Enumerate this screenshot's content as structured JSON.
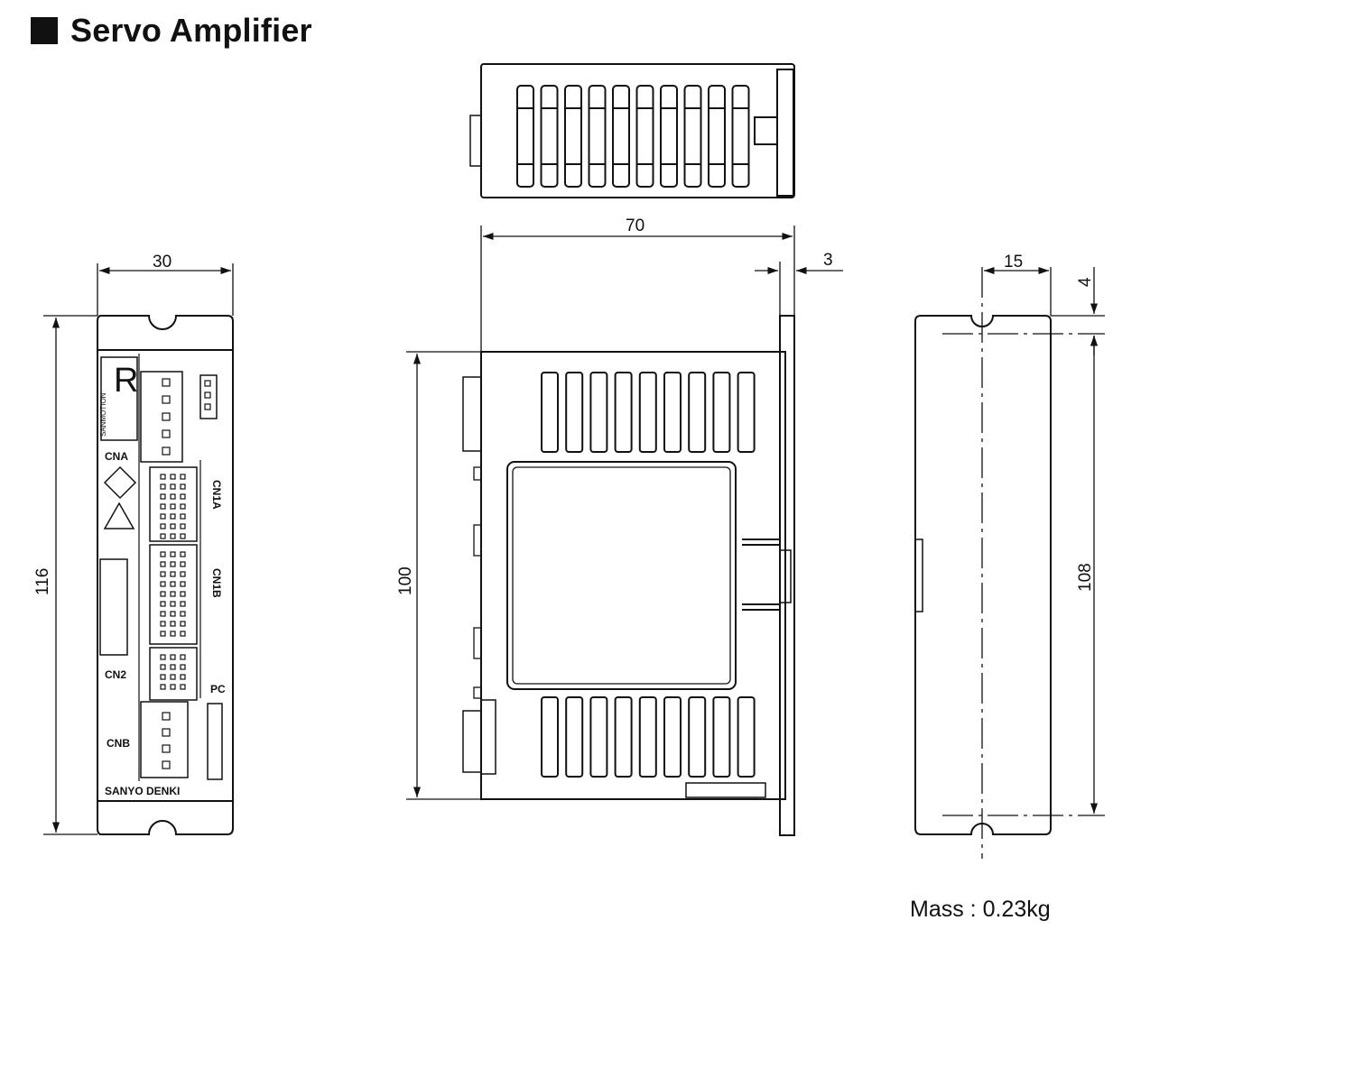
{
  "title": "Servo Amplifier",
  "dimensions": {
    "front_width": "30",
    "front_height": "116",
    "side_width": "70",
    "side_height": "100",
    "flange_thickness": "3",
    "mount_pitch_horizontal": "15",
    "mount_hole_offset": "4",
    "mount_pitch_vertical": "108"
  },
  "labels": {
    "cna": "CNA",
    "cn1a": "CN1A",
    "cn1b": "CN1B",
    "cn2": "CN2",
    "cnb": "CNB",
    "pc": "PC",
    "brand": "SANYO DENKI",
    "logo_brand": "SANMOTION",
    "logo_letter": "R"
  },
  "mass": "Mass : 0.23kg"
}
